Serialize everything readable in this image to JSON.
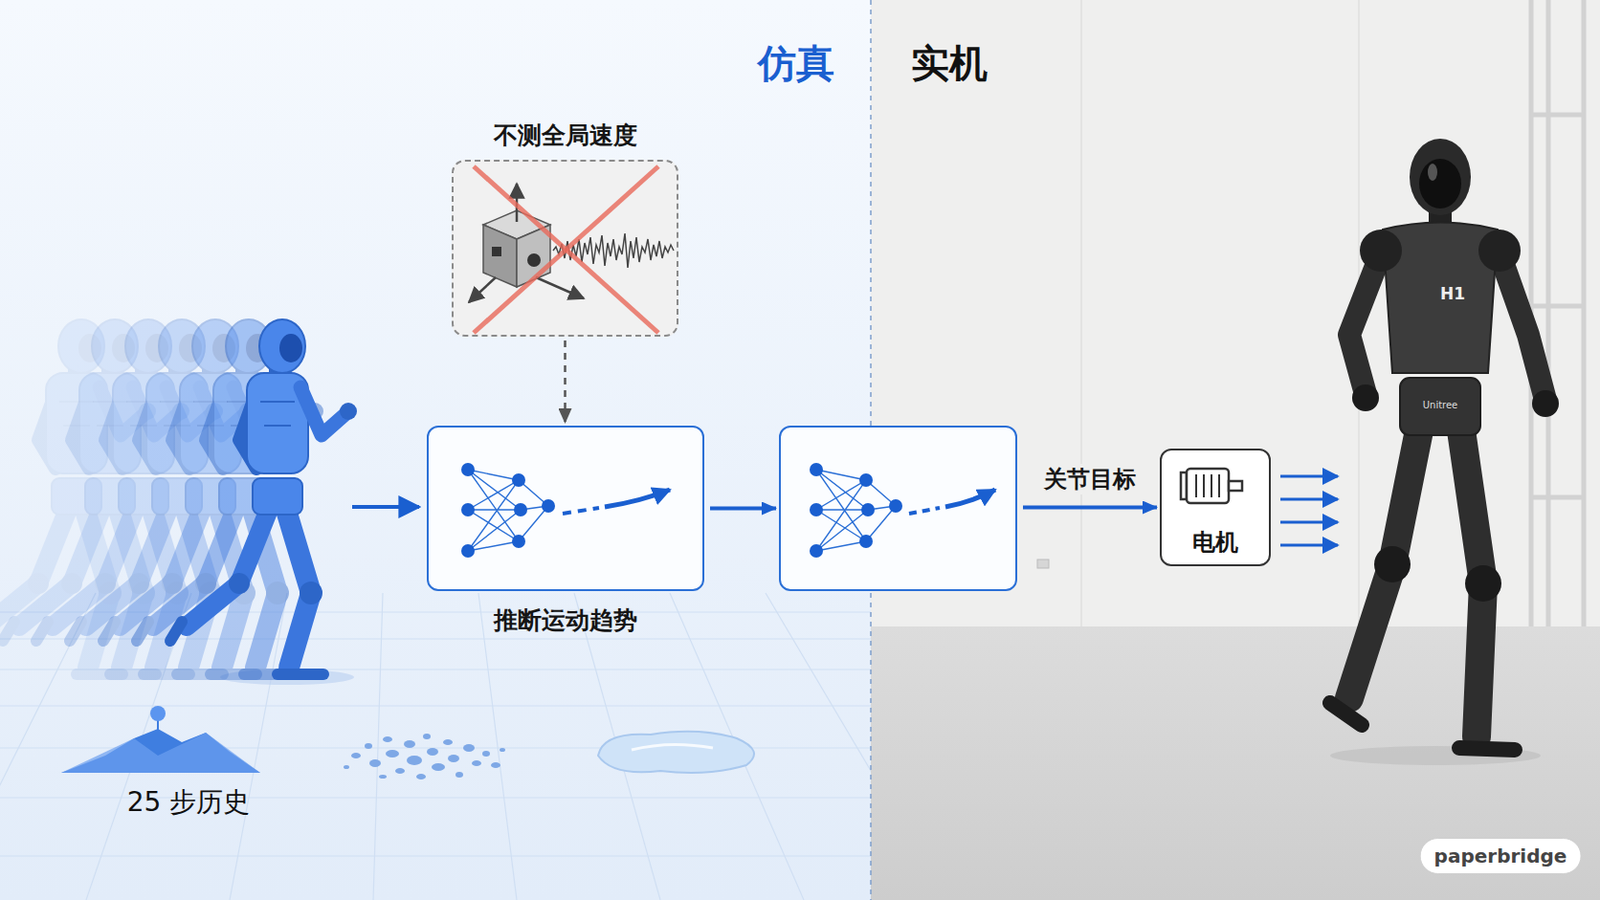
{
  "diagram": {
    "nodes": [
      {
        "text": [
          "不测全局速度"
        ]
      },
      {
        "text": [
          "推断运动趋势"
        ]
      },
      {
        "text": []
      },
      {
        "text": [
          "电机"
        ]
      }
    ],
    "edges": [
      {
        "from": 0,
        "to": 1,
        "arrow": "to"
      },
      {
        "from": 1,
        "to": 2,
        "arrow": "to"
      },
      {
        "from": 2,
        "to": 3,
        "label": "关节目标",
        "arrow": "to"
      }
    ],
    "labels": [
      "仿真",
      "实机",
      "H1",
      "Unitree",
      "25 步历史",
      "paperbridge"
    ]
  }
}
